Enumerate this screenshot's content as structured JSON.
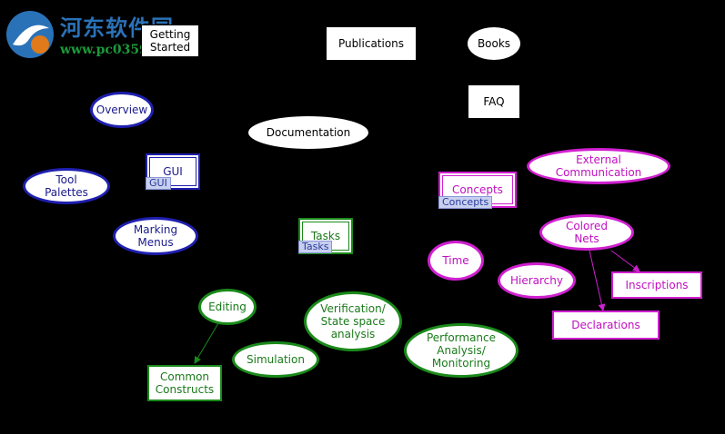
{
  "watermark": {
    "title": "河东软件园",
    "url": "www.pc0359.cn"
  },
  "nodes": {
    "getting_started": "Getting\nStarted",
    "publications": "Publications",
    "books": "Books",
    "faq": "FAQ",
    "overview": "Overview",
    "documentation": "Documentation",
    "gui": "GUI",
    "gui_tag": "GUI",
    "tool_palettes": "Tool\nPalettes",
    "marking_menus": "Marking\nMenus",
    "tasks": "Tasks",
    "tasks_tag": "Tasks",
    "editing": "Editing",
    "common_constructs": "Common\nConstructs",
    "simulation": "Simulation",
    "verification": "Verification/\nState space\nanalysis",
    "performance": "Performance\nAnalysis/\nMonitoring",
    "concepts": "Concepts",
    "concepts_tag": "Concepts",
    "external_communication": "External\nCommunication",
    "colored_nets": "Colored\nNets",
    "time": "Time",
    "hierarchy": "Hierarchy",
    "inscriptions": "Inscriptions",
    "declarations": "Declarations"
  },
  "colors": {
    "blue": "#1f1fb0",
    "green": "#1a8a1a",
    "magenta": "#d020d0",
    "background": "#000000"
  }
}
